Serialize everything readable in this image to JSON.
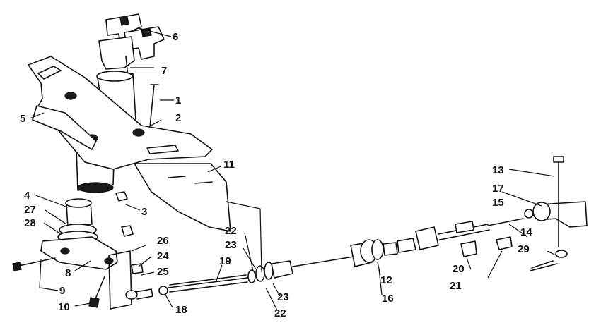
{
  "callouts": {
    "c1": "1",
    "c2": "2",
    "c3": "3",
    "c4": "4",
    "c5": "5",
    "c6": "6",
    "c7": "7",
    "c8": "8",
    "c9": "9",
    "c10": "10",
    "c11": "11",
    "c12": "12",
    "c13": "13",
    "c14": "14",
    "c15": "15",
    "c16": "16",
    "c17": "17",
    "c18": "18",
    "c19": "19",
    "c20": "20",
    "c21": "21",
    "c22a": "22",
    "c22b": "22",
    "c23a": "23",
    "c23b": "23",
    "c24": "24",
    "c25": "25",
    "c26": "26",
    "c27": "27",
    "c28": "28",
    "c29": "29"
  }
}
